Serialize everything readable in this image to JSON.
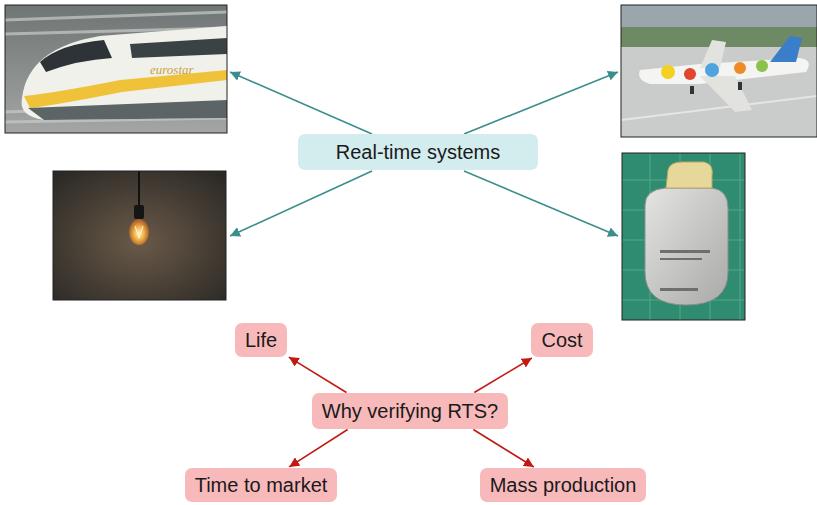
{
  "diagram": {
    "nodes": [
      {
        "text": [
          "Real-time systems"
        ]
      },
      {
        "text": [
          "Life"
        ]
      },
      {
        "text": [
          "Cost"
        ]
      },
      {
        "text": [
          "Why verifying RTS?"
        ]
      },
      {
        "text": [
          "Time to market"
        ]
      },
      {
        "text": [
          "Mass production"
        ]
      }
    ],
    "edges": [
      {
        "from": 3,
        "to": 1,
        "arrow": "to"
      },
      {
        "from": 3,
        "to": 2,
        "arrow": "to"
      },
      {
        "from": 3,
        "to": 4,
        "arrow": "to"
      },
      {
        "from": 3,
        "to": 5,
        "arrow": "to"
      }
    ]
  }
}
